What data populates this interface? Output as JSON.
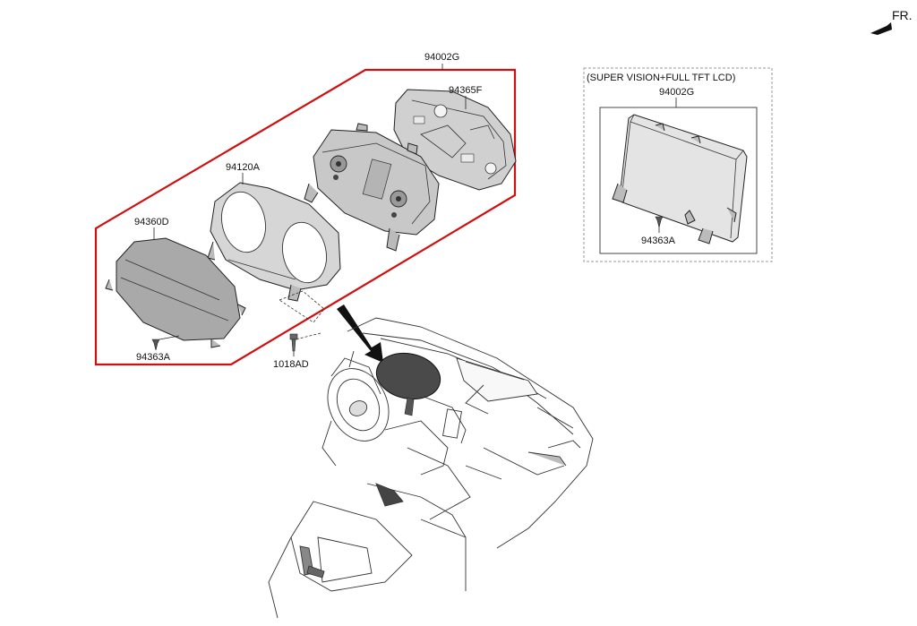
{
  "direction_label": "FR.",
  "assembly": {
    "part_no": "94002G",
    "highlight_color": "#d01010",
    "components": [
      {
        "part_no": "94365F"
      },
      {
        "part_no": "94120A"
      },
      {
        "part_no": "94360D"
      },
      {
        "part_no": "94363A"
      }
    ]
  },
  "fastener": {
    "part_no": "1018AD"
  },
  "option_box": {
    "title": "(SUPER VISION+FULL TFT LCD)",
    "part_no": "94002G",
    "screw_part_no": "94363A"
  },
  "icons": [
    "fr-arrow-icon"
  ]
}
